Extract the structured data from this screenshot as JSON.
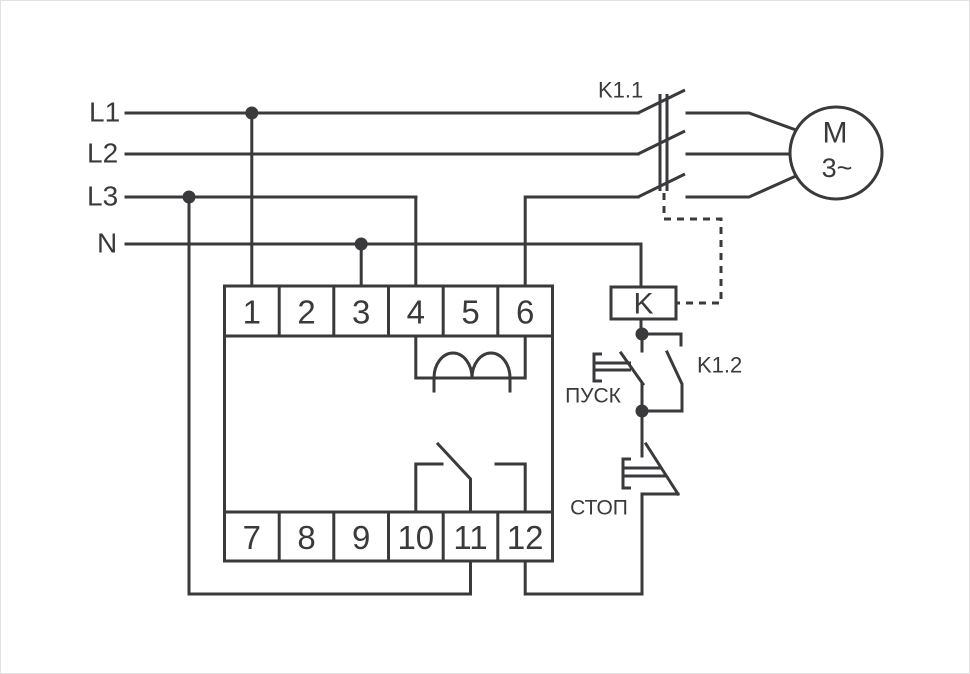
{
  "colors": {
    "stroke": "#3a3a3c",
    "background": "#ffffff"
  },
  "supply_lines": {
    "l1": "L1",
    "l2": "L2",
    "l3": "L3",
    "n": "N"
  },
  "contactor": {
    "main_contacts_label": "K1.1",
    "aux_contact_label": "K1.2",
    "coil_label": "K"
  },
  "motor": {
    "letter": "M",
    "phase": "3~"
  },
  "buttons": {
    "start": "ПУСК",
    "stop": "СТОП"
  },
  "device": {
    "top_terminals": [
      "1",
      "2",
      "3",
      "4",
      "5",
      "6"
    ],
    "bottom_terminals": [
      "7",
      "8",
      "9",
      "10",
      "11",
      "12"
    ]
  }
}
